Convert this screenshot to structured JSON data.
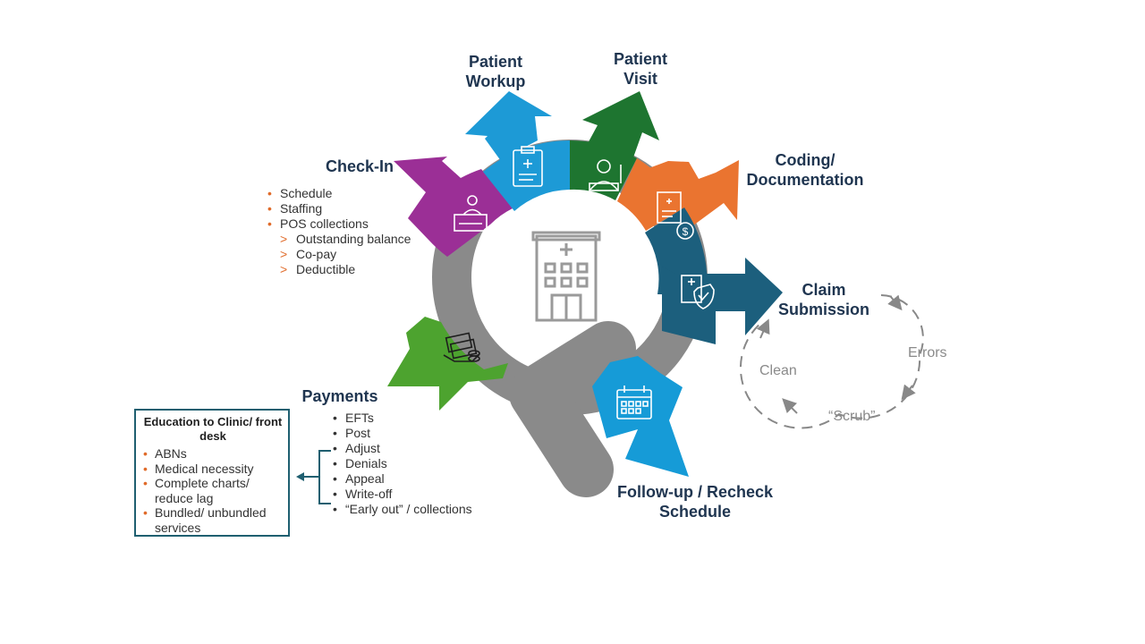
{
  "stages": {
    "checkin": "Check-In",
    "workup": "Patient Workup",
    "visit": "Patient Visit",
    "coding": "Coding/ Documentation",
    "claim": "Claim Submission",
    "followup": "Follow-up / Recheck Schedule",
    "payments": "Payments"
  },
  "checkin_items": [
    "Schedule",
    "Staffing",
    "POS collections"
  ],
  "checkin_subitems": [
    "Outstanding balance",
    "Co-pay",
    "Deductible"
  ],
  "payments_items": [
    "EFTs",
    "Post",
    "Adjust",
    "Denials",
    "Appeal",
    "Write-off",
    "“Early out” / collections"
  ],
  "education": {
    "title": "Education to Clinic/ front desk",
    "items": [
      "ABNs",
      "Medical necessity",
      "Complete charts/ reduce lag",
      "Bundled/ unbundled services"
    ]
  },
  "scrub_cycle": {
    "errors": "Errors",
    "scrub": "“Scrub”",
    "clean": "Clean"
  },
  "colors": {
    "checkin": "#9b2f96",
    "workup": "#1d9ad6",
    "visit": "#1e7530",
    "coding": "#ea7430",
    "claim": "#1c5f7d",
    "followup": "#169bd7",
    "payments": "#4da32f",
    "ring": "#8a8a8a",
    "text_dark": "#1f3550",
    "bullet": "#e06b2a"
  },
  "icons": {
    "center": "hospital-building-icon",
    "checkin": "reception-desk-icon",
    "workup": "clipboard-medical-icon",
    "visit": "doctor-patient-icon",
    "coding": "medical-bill-icon",
    "claim": "insurance-shield-icon",
    "followup": "calendar-icon",
    "payments": "hand-money-icon"
  }
}
